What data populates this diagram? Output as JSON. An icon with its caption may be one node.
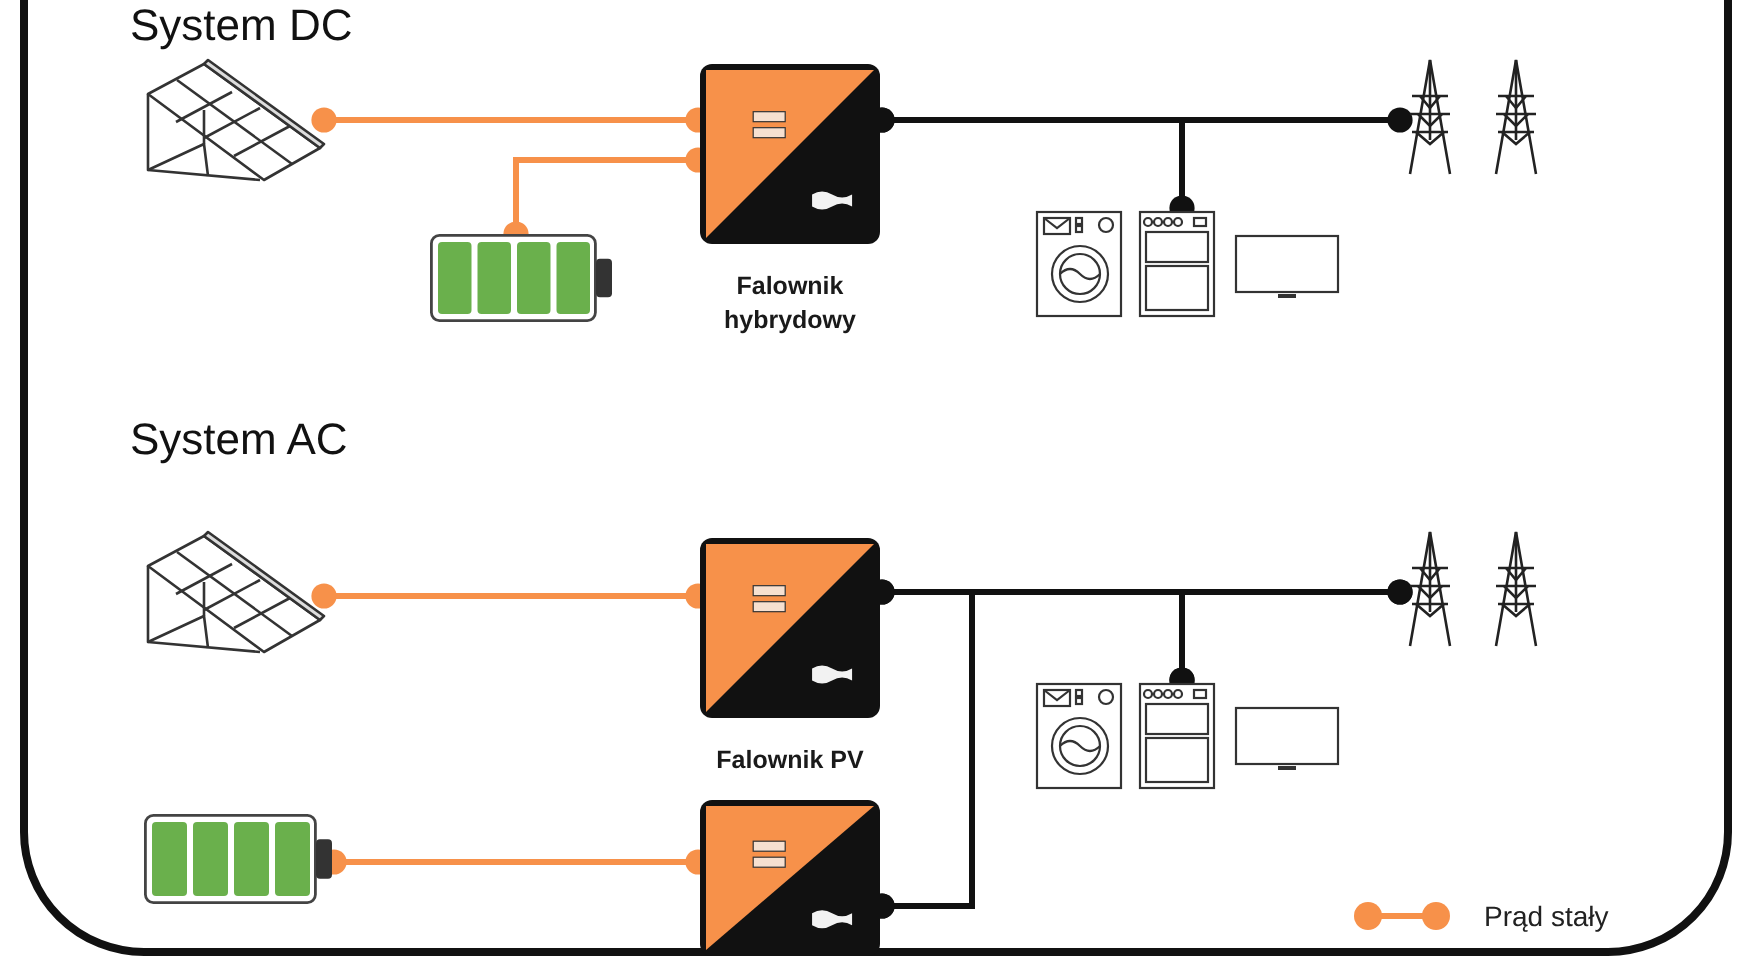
{
  "diagram": {
    "nodes": [
      {
        "text": [],
        "shape": "picture"
      },
      {
        "text": [],
        "shape": "picture"
      },
      {
        "text": [
          "Falownik hybrydowy"
        ]
      },
      {
        "text": [],
        "shape": "picture"
      },
      {
        "text": [],
        "shape": "picture"
      },
      {
        "text": [],
        "shape": "picture"
      },
      {
        "text": [
          "Falownik PV"
        ]
      },
      {
        "text": [],
        "shape": "picture"
      },
      {
        "text": [],
        "shape": "box"
      },
      {
        "text": [],
        "shape": "picture"
      },
      {
        "text": [],
        "shape": "picture"
      }
    ],
    "edges": [
      {
        "from": 0,
        "to": 2,
        "arrow": "other",
        "color": "#f7914a"
      },
      {
        "from": 1,
        "to": 2,
        "arrow": "other",
        "color": "#f7914a"
      },
      {
        "from": 2,
        "to": 4,
        "arrow": "other"
      },
      {
        "from": 2,
        "to": 3,
        "arrow": "other"
      },
      {
        "from": 5,
        "to": 6,
        "arrow": "other",
        "color": "#f7914a"
      },
      {
        "from": 7,
        "to": 8,
        "arrow": "other",
        "color": "#f7914a"
      },
      {
        "from": 6,
        "to": 10,
        "arrow": "other"
      },
      {
        "from": 6,
        "to": 9,
        "arrow": "other"
      },
      {
        "from": 8,
        "to": 10,
        "arrow": "other"
      },
      {
        "from": 8,
        "to": 9,
        "arrow": "other"
      }
    ],
    "labels": [
      "System DC",
      "System AC"
    ],
    "legend": [
      {
        "text": "Prąd stały"
      }
    ]
  }
}
